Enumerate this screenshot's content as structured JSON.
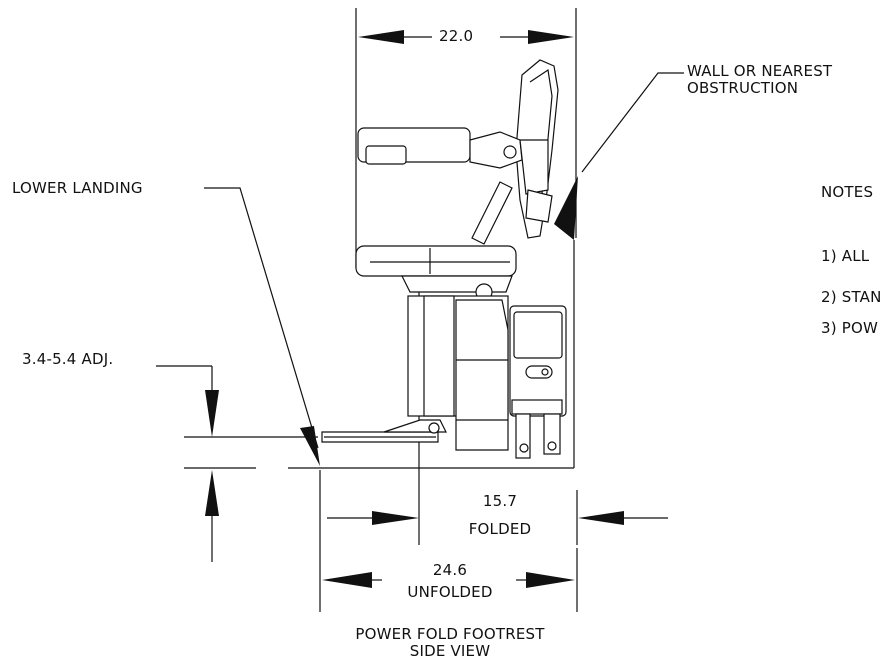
{
  "dimensions": {
    "top_width": "22.0",
    "footrest_height": "3.4-5.4 ADJ.",
    "folded_value": "15.7",
    "folded_label": "FOLDED",
    "unfolded_value": "24.6",
    "unfolded_label": "UNFOLDED"
  },
  "callouts": {
    "wall_line1": "WALL OR NEAREST",
    "wall_line2": "OBSTRUCTION",
    "lower_landing": "LOWER LANDING"
  },
  "notes": {
    "title": "NOTES",
    "items": [
      "1) ALL",
      "2) STAN",
      "3) POW"
    ]
  },
  "caption": {
    "line1": "POWER FOLD FOOTREST",
    "line2": "SIDE VIEW"
  }
}
